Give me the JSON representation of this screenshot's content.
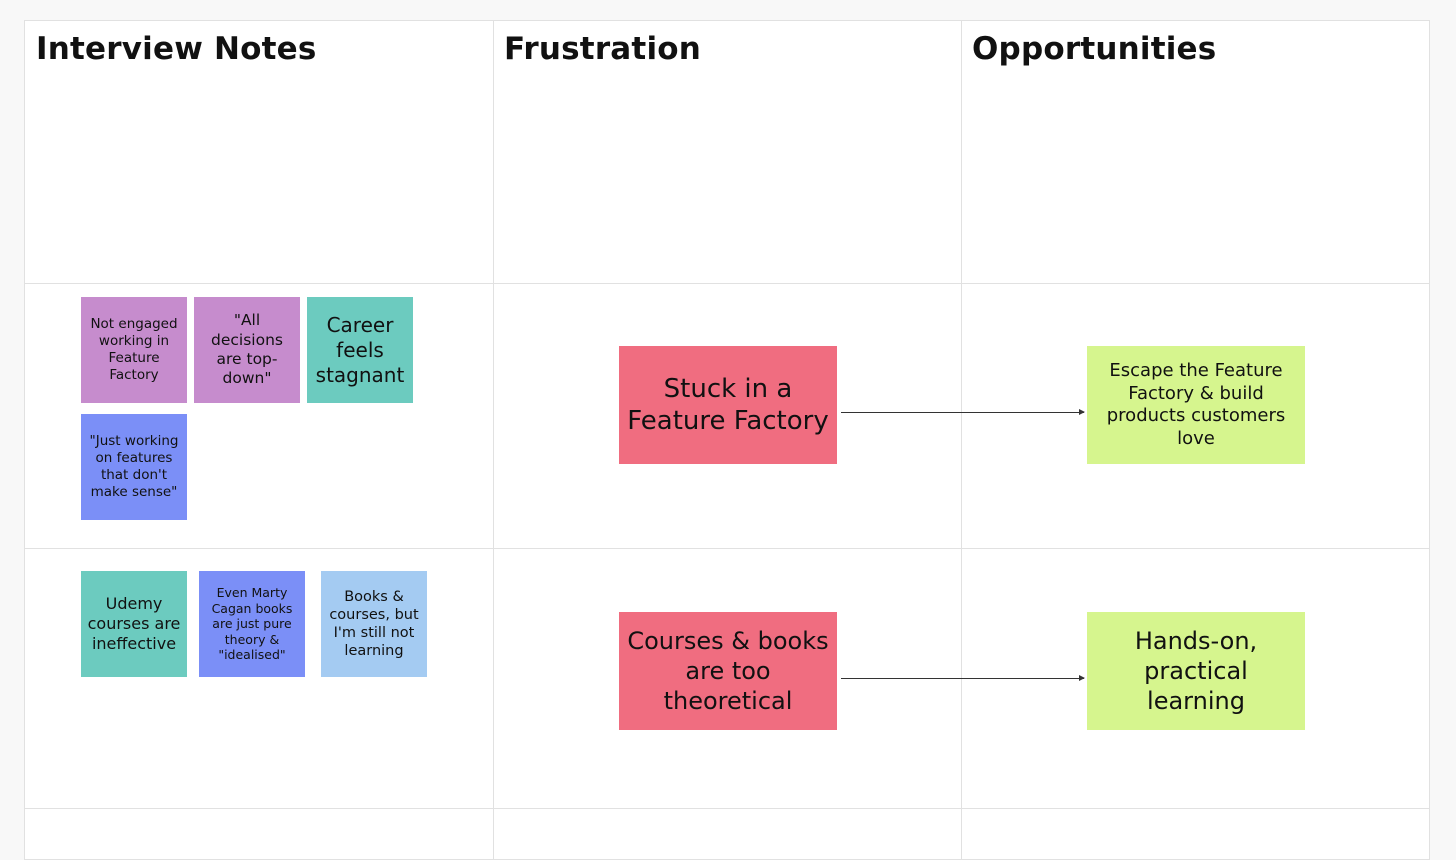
{
  "columns": {
    "interview_notes": "Interview Notes",
    "frustration": "Frustration",
    "opportunities": "Opportunities"
  },
  "colors": {
    "purple": "#c68ccd",
    "teal": "#6ccbbf",
    "blue": "#7b8ff7",
    "light_blue": "#a4cbf2",
    "red": "#f06d80",
    "green": "#d6f58e"
  },
  "row1": {
    "notes": [
      "Not engaged working in Feature Factory",
      "\"All decisions are top-down\"",
      "Career feels stagnant",
      "\"Just working on features that don't make sense\""
    ],
    "frustration": "Stuck in a Feature Factory",
    "opportunity": "Escape the Feature Factory & build products customers love"
  },
  "row2": {
    "notes": [
      "Udemy courses are ineffective",
      "Even Marty Cagan books are just pure theory & \"idealised\"",
      "Books & courses, but I'm still not learning"
    ],
    "frustration": "Courses & books are too theoretical",
    "opportunity": "Hands-on, practical learning"
  }
}
